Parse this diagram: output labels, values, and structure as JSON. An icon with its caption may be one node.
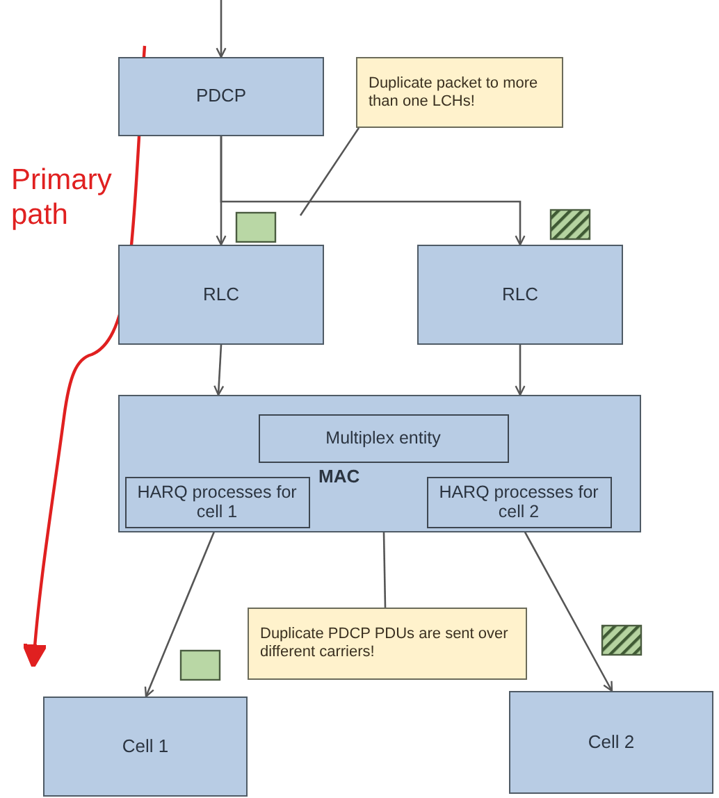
{
  "diagram": {
    "nodes": [
      {
        "text": [
          "PDCP"
        ]
      },
      {
        "text": [
          "Duplicate packet to more than one LCHs!"
        ]
      },
      {
        "text": [
          "RLC"
        ]
      },
      {
        "text": [
          "RLC"
        ]
      },
      {
        "text": [
          "MAC"
        ]
      },
      {
        "text": [
          "Multiplex entity"
        ],
        "in": 4
      },
      {
        "text": [
          "HARQ processes for cell 1"
        ],
        "in": 4
      },
      {
        "text": [
          "HARQ processes for cell 2"
        ],
        "in": 4
      },
      {
        "text": [
          "Duplicate PDCP PDUs are sent over different carriers!"
        ]
      },
      {
        "text": [
          "Cell 1"
        ]
      },
      {
        "text": [
          "Cell 2"
        ]
      }
    ],
    "edges": [
      {
        "from": null,
        "to": 0,
        "arrow": "to"
      },
      {
        "from": 0,
        "to": 2,
        "arrow": "to"
      },
      {
        "from": 0,
        "to": 3,
        "arrow": "to"
      },
      {
        "from": 1,
        "to": null,
        "arrow": "none"
      },
      {
        "from": 2,
        "to": 4,
        "arrow": "to"
      },
      {
        "from": 3,
        "to": 4,
        "arrow": "to"
      },
      {
        "from": 6,
        "to": 9,
        "arrow": "to"
      },
      {
        "from": 7,
        "to": 10,
        "arrow": "to"
      },
      {
        "from": 8,
        "to": 4,
        "arrow": "none"
      }
    ],
    "labels": [
      "Primary path"
    ]
  }
}
